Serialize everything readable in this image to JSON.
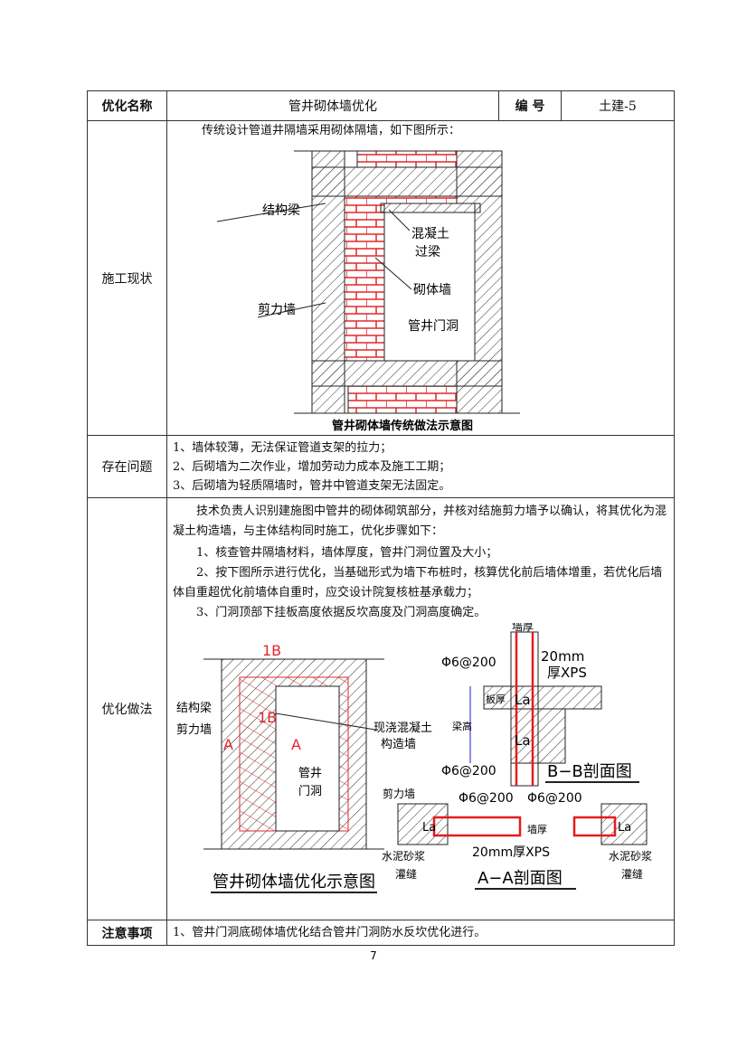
{
  "header": {
    "name_label": "优化名称",
    "name_value": "管井砌体墙优化",
    "code_label": "编 号",
    "code_value": "土建-5"
  },
  "status": {
    "label": "施工现状",
    "intro": "传统设计管道井隔墙采用砌体隔墙，如下图所示：",
    "figure": {
      "caption": "管井砌体墙传统做法示意图",
      "labels": [
        "结构梁",
        "混凝土",
        "过梁",
        "砌体墙",
        "剪力墙",
        "管井门洞"
      ]
    }
  },
  "problems": {
    "label": "存在问题",
    "items": [
      "1、墙体较薄，无法保证管道支架的拉力；",
      "2、后砌墙为二次作业，增加劳动力成本及施工工期；",
      "3、后砌墙为轻质隔墙时，管井中管道支架无法固定。"
    ]
  },
  "method": {
    "label": "优化做法",
    "paragraphs": [
      "技术负责人识别建施图中管井的砌体砌筑部分，并核对结施剪力墙予以确认，将其优化为混凝土构造墙，与主体结构同时施工，优化步骤如下：",
      "1、核查管井隔墙材料，墙体厚度，管井门洞位置及大小；",
      "2、按下图所示进行优化，当基础形式为墙下布桩时，核算优化前后墙体增重，若优化后墙体自重超优化前墙体自重时，应交设计院复核桩基承载力；",
      "3、门洞顶部下挂板高度依据反坎高度及门洞高度确定。"
    ],
    "figure_left": {
      "caption": "管井砌体墙优化示意图",
      "labels": {
        "b1": "1B",
        "b2": "1B",
        "a1": "A",
        "a2": "A",
        "beam": "结构梁",
        "shear": "剪力墙",
        "cast1": "现浇混凝土",
        "cast2": "构造墙",
        "door1": "管井",
        "door2": "门洞"
      }
    },
    "figure_right": {
      "bb_caption": "B−B剖面图",
      "aa_caption": "A−A剖面图",
      "labels": {
        "thick": "墙厚",
        "rebar": "Φ6@200",
        "xps1": "20mm",
        "xps2": "厚XPS",
        "slab": "板厚",
        "beamh": "梁高",
        "la": "La",
        "shear": "剪力墙",
        "wallt": "墙厚",
        "xps_aa": "20mm厚XPS",
        "mortar": "水泥砂浆",
        "joint": "灌缝"
      }
    }
  },
  "notes": {
    "label": "注意事项",
    "text": "1、管井门洞底砌体墙优化结合管井门洞防水反坎优化进行。"
  },
  "page_number": "7",
  "colors": {
    "brick": "#e0282c",
    "rebar": "#e51c1c",
    "dim": "#1a1adb"
  }
}
